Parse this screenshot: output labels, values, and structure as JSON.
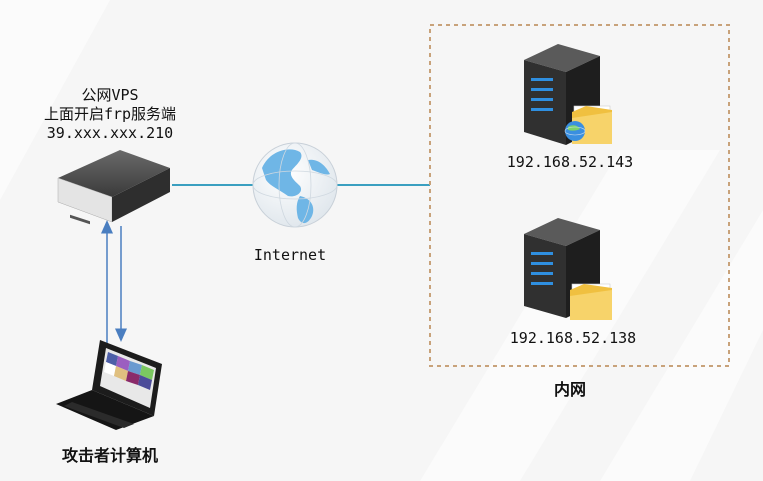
{
  "vps": {
    "line1": "公网VPS",
    "line2": "上面开启frp服务端",
    "line3": "39.xxx.xxx.210"
  },
  "internet_label": "Internet",
  "intranet": {
    "label": "内网",
    "server1_ip": "192.168.52.143",
    "server2_ip": "192.168.52.138"
  },
  "attacker_label": "攻击者计算机",
  "colors": {
    "link_line": "#3a9fc0",
    "arrow": "#4a7ec0",
    "boundary": "#c8a27a",
    "server_body": "#3a3a3a",
    "server_led": "#2f8fe0",
    "folder": "#f0c040"
  },
  "icons": [
    "vps-box-icon",
    "globe-icon",
    "server-icon",
    "folder-icon",
    "laptop-icon"
  ]
}
